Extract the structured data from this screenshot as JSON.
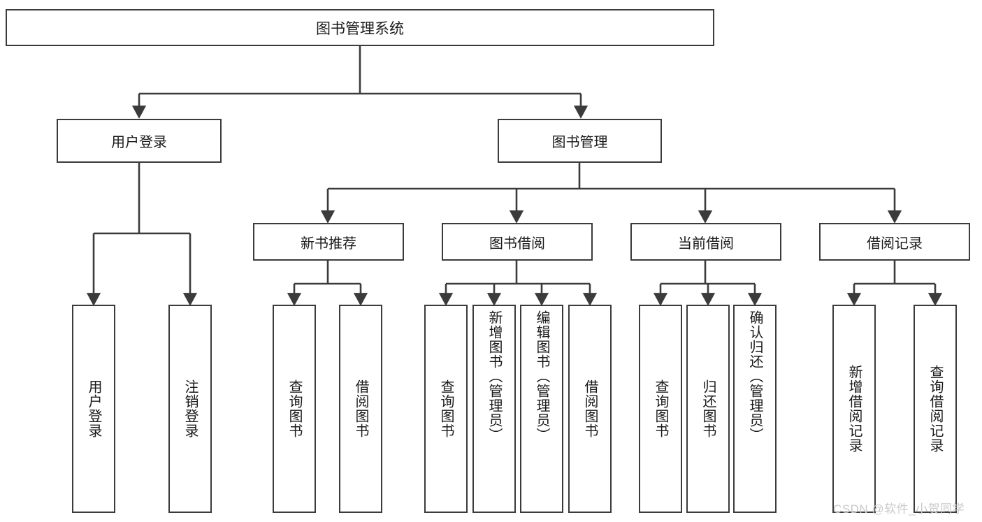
{
  "diagram": {
    "type": "tree-hierarchy",
    "title": "图书管理系统",
    "root": {
      "label": "图书管理系统"
    },
    "level1": [
      {
        "label": "用户登录"
      },
      {
        "label": "图书管理"
      }
    ],
    "level2": [
      {
        "label": "新书推荐"
      },
      {
        "label": "图书借阅"
      },
      {
        "label": "当前借阅"
      },
      {
        "label": "借阅记录"
      }
    ],
    "leaves": {
      "user_login": [
        {
          "label": "用户登录"
        },
        {
          "label": "注销登录"
        }
      ],
      "new_book_recommend": [
        {
          "label": "查询图书"
        },
        {
          "label": "借阅图书"
        }
      ],
      "book_borrow": [
        {
          "label": "查询图书"
        },
        {
          "label": "新增图书（管理员）"
        },
        {
          "label": "编辑图书（管理员）"
        },
        {
          "label": "借阅图书"
        }
      ],
      "current_borrow": [
        {
          "label": "查询图书"
        },
        {
          "label": "归还图书"
        },
        {
          "label": "确认归还（管理员）"
        }
      ],
      "borrow_record": [
        {
          "label": "新增借阅记录"
        },
        {
          "label": "查询借阅记录"
        }
      ]
    },
    "watermark": "CSDN @软件_小贺同学",
    "colors": {
      "stroke": "#3b3b3b",
      "fill": "#ffffff",
      "text": "#1a1a1a",
      "watermark": "#c9c9c9"
    }
  }
}
